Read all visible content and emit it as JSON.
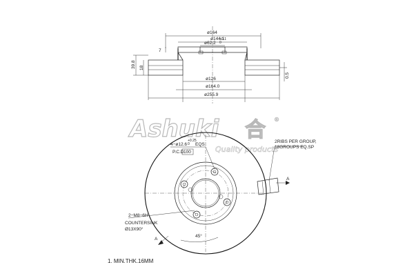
{
  "watermark": {
    "brand": "Ashuki",
    "kanji": "合",
    "registered": "®",
    "tagline": "Quality products"
  },
  "side_view": {
    "dims": {
      "d_outer_top": "ø164",
      "d_hat": "ø144.1",
      "d_center": "ø62.2",
      "d_center_tol": "+0.1\n0",
      "d_inner_vent": "ø126",
      "d_vent_outer": "ø164.0",
      "d_disc": "ø255.9",
      "hat_height": "7",
      "total_height": "39.8",
      "thickness": "18",
      "lateral": "0.5"
    }
  },
  "front_view": {
    "hole_callout": {
      "spec": "4−ø12.6",
      "tol": "+0.25\n0",
      "eq": "EQS",
      "pcd_label": "P.C.D",
      "pcd_value": "100"
    },
    "ribs_callout": {
      "line1": "2RIBS PER GROUP,",
      "line2": "18GROUPS EQ.SP"
    },
    "screw_callout": {
      "line1": "2−M8−6H",
      "line2": "COUNTERSINK",
      "line3": "Ø13X90°"
    },
    "section_marks": [
      "A",
      "A"
    ],
    "angle": "45°"
  },
  "note": "1. MIN.THK.16MM"
}
